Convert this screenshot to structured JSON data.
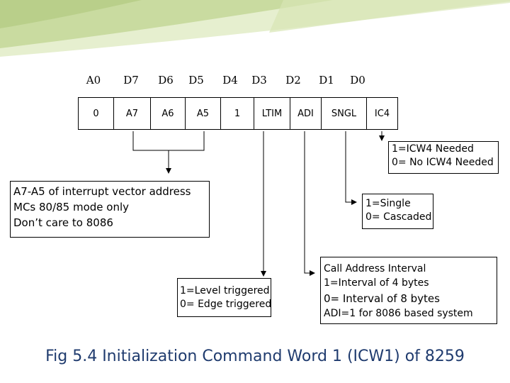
{
  "headers": [
    "A0",
    "D7",
    "D6",
    "D5",
    "D4",
    "D3",
    "D2",
    "D1",
    "D0"
  ],
  "cells": [
    "0",
    "A7",
    "A6",
    "A5",
    "1",
    "LTIM",
    "ADI",
    "SNGL",
    "IC4"
  ],
  "box_ic4": [
    "1=ICW4 Needed",
    "0= No ICW4 Needed"
  ],
  "box_a7a5": [
    "A7-A5 of interrupt vector address",
    "MCs 80/85 mode only",
    "Don’t care to 8086"
  ],
  "box_sngl": [
    "1=Single",
    "0= Cascaded"
  ],
  "box_ltim": [
    "1=Level triggered",
    "0= Edge triggered"
  ],
  "box_adi": [
    "Call Address Interval",
    "1=Interval of 4 bytes",
    "0= Interval of 8 bytes",
    "ADI=1 for 8086 based system"
  ],
  "caption": "Fig 5.4 Initialization Command Word 1 (ICW1) of 8259",
  "colors": {
    "banner_green": "#b9cf8a",
    "banner_light": "#e6efcf",
    "caption": "#1f3b6e"
  }
}
